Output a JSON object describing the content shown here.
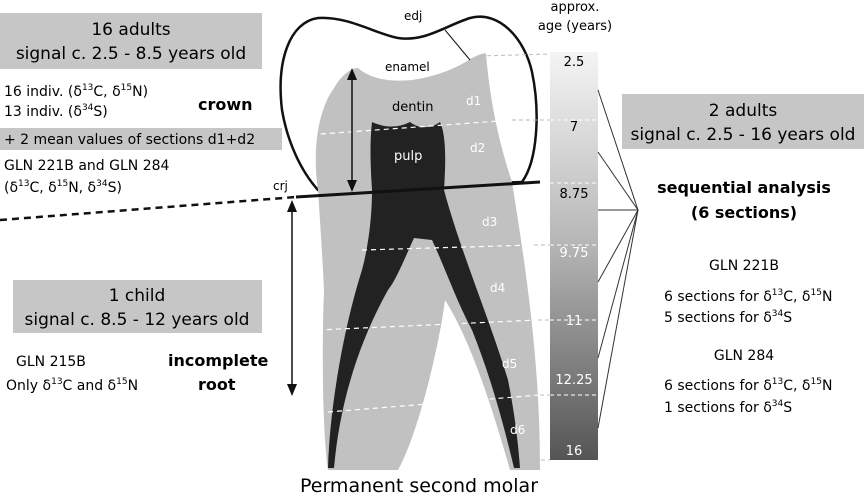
{
  "left_top": {
    "title": "16 adults",
    "subtitle": "signal c. 2.5 - 8.5 years old",
    "line1": [
      "16 indiv. (δ",
      "13",
      "C, δ",
      "15",
      "N)"
    ],
    "line2": "13 indiv. (δ34S)",
    "line2_parts": [
      "13 indiv. (δ",
      "34",
      "S)"
    ],
    "region": "crown",
    "mean_box": "+ 2 mean values of sections d1+d2",
    "samples": "GLN 221B and GLN 284",
    "isotopes": [
      "(δ",
      "13",
      "C, δ",
      "15",
      "N, δ",
      "34",
      "S)"
    ]
  },
  "left_bottom": {
    "title": "1 child",
    "subtitle": "signal c. 8.5 - 12 years old",
    "sample": "GLN 215B",
    "isotopes": [
      "Only δ",
      "13",
      "C and δ",
      "15",
      "N"
    ],
    "region_line1": "incomplete",
    "region_line2": "root"
  },
  "right": {
    "title": "2 adults",
    "subtitle": "signal c. 2.5 - 16 years old",
    "method_line1": "sequential analysis",
    "method_line2": "(6 sections)",
    "sample1": "GLN 221B",
    "sample1_line1": [
      "6  sections  for δ",
      "13",
      "C, δ",
      "15",
      "N"
    ],
    "sample1_line2": [
      "5  sections for δ",
      "34",
      "S"
    ],
    "sample2": "GLN 284",
    "sample2_line1": [
      "6  sections for δ",
      "13",
      "C, δ",
      "15",
      "N"
    ],
    "sample2_line2": [
      "1  sections for δ",
      "34",
      "S"
    ]
  },
  "tooth": {
    "labels": {
      "edj": "edj",
      "enamel": "enamel",
      "dentin": "dentin",
      "pulp": "pulp",
      "crj": "crj"
    },
    "sections": [
      "d1",
      "d2",
      "d3",
      "d4",
      "d5",
      "d6"
    ],
    "caption": "Permanent second molar"
  },
  "age_scale": {
    "header_line1": "approx.",
    "header_line2": "age (years)",
    "values": [
      "2.5",
      "7",
      "8.75",
      "9.75",
      "11",
      "12.25",
      "16"
    ]
  }
}
